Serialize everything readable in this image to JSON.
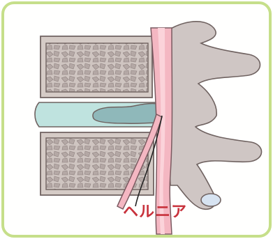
{
  "annotation": {
    "label": "ヘルニア",
    "label_color": "#c8323c"
  },
  "colors": {
    "frame_border": "#c6df8a",
    "vertebra_fill": "#d5cbc6",
    "vertebra_stroke": "#6f6260",
    "disc_fill": "#bfe3df",
    "herniation_fill": "#8fb8ba",
    "nerve_fill": "#f4b7c2",
    "nerve_highlight": "#fbd3da",
    "process_fill": "#cfc6c4",
    "facet_fill": "#d7e3f1"
  },
  "parts": [
    "upper-vertebra",
    "intervertebral-disc",
    "herniation",
    "lower-vertebra",
    "spinal-nerve",
    "spinous-processes"
  ]
}
